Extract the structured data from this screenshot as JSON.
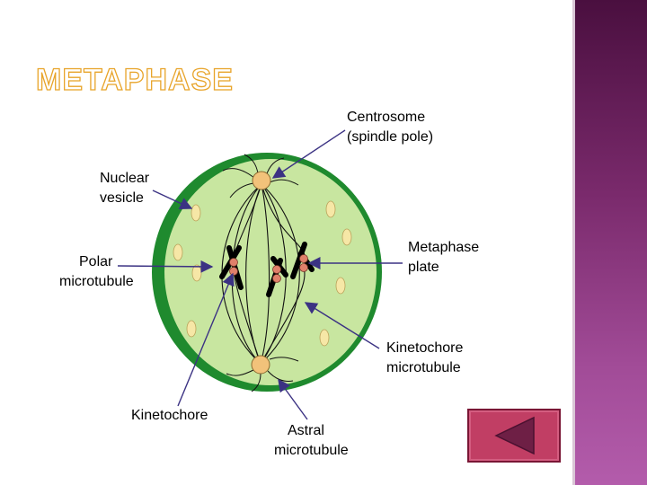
{
  "slide": {
    "title": "Metaphase",
    "labels": {
      "centrosome": "Centrosome",
      "spindle_pole": "(spindle pole)",
      "nuclear": "Nuclear",
      "vesicle": "vesicle",
      "polar": "Polar",
      "microtubule_polar": "microtubule",
      "metaphase": "Metaphase",
      "plate": "plate",
      "kinetochore": "Kinetochore",
      "kinetochore_mt_1": "Kinetochore",
      "kinetochore_mt_2": "microtubule",
      "astral": "Astral",
      "astral_mt": "microtubule"
    }
  },
  "colors": {
    "title_outline": "#e8a42a",
    "cell_wall": "#1f8a2e",
    "cytoplasm": "#c8e6a0",
    "centrosome": "#f2c27a",
    "kinetochore": "#e0806a",
    "arrow": "#3b3283",
    "sidebar": "#7a2a6c",
    "back_button": "#c13e64"
  },
  "nav": {
    "back_icon": "triangle-left-icon"
  }
}
